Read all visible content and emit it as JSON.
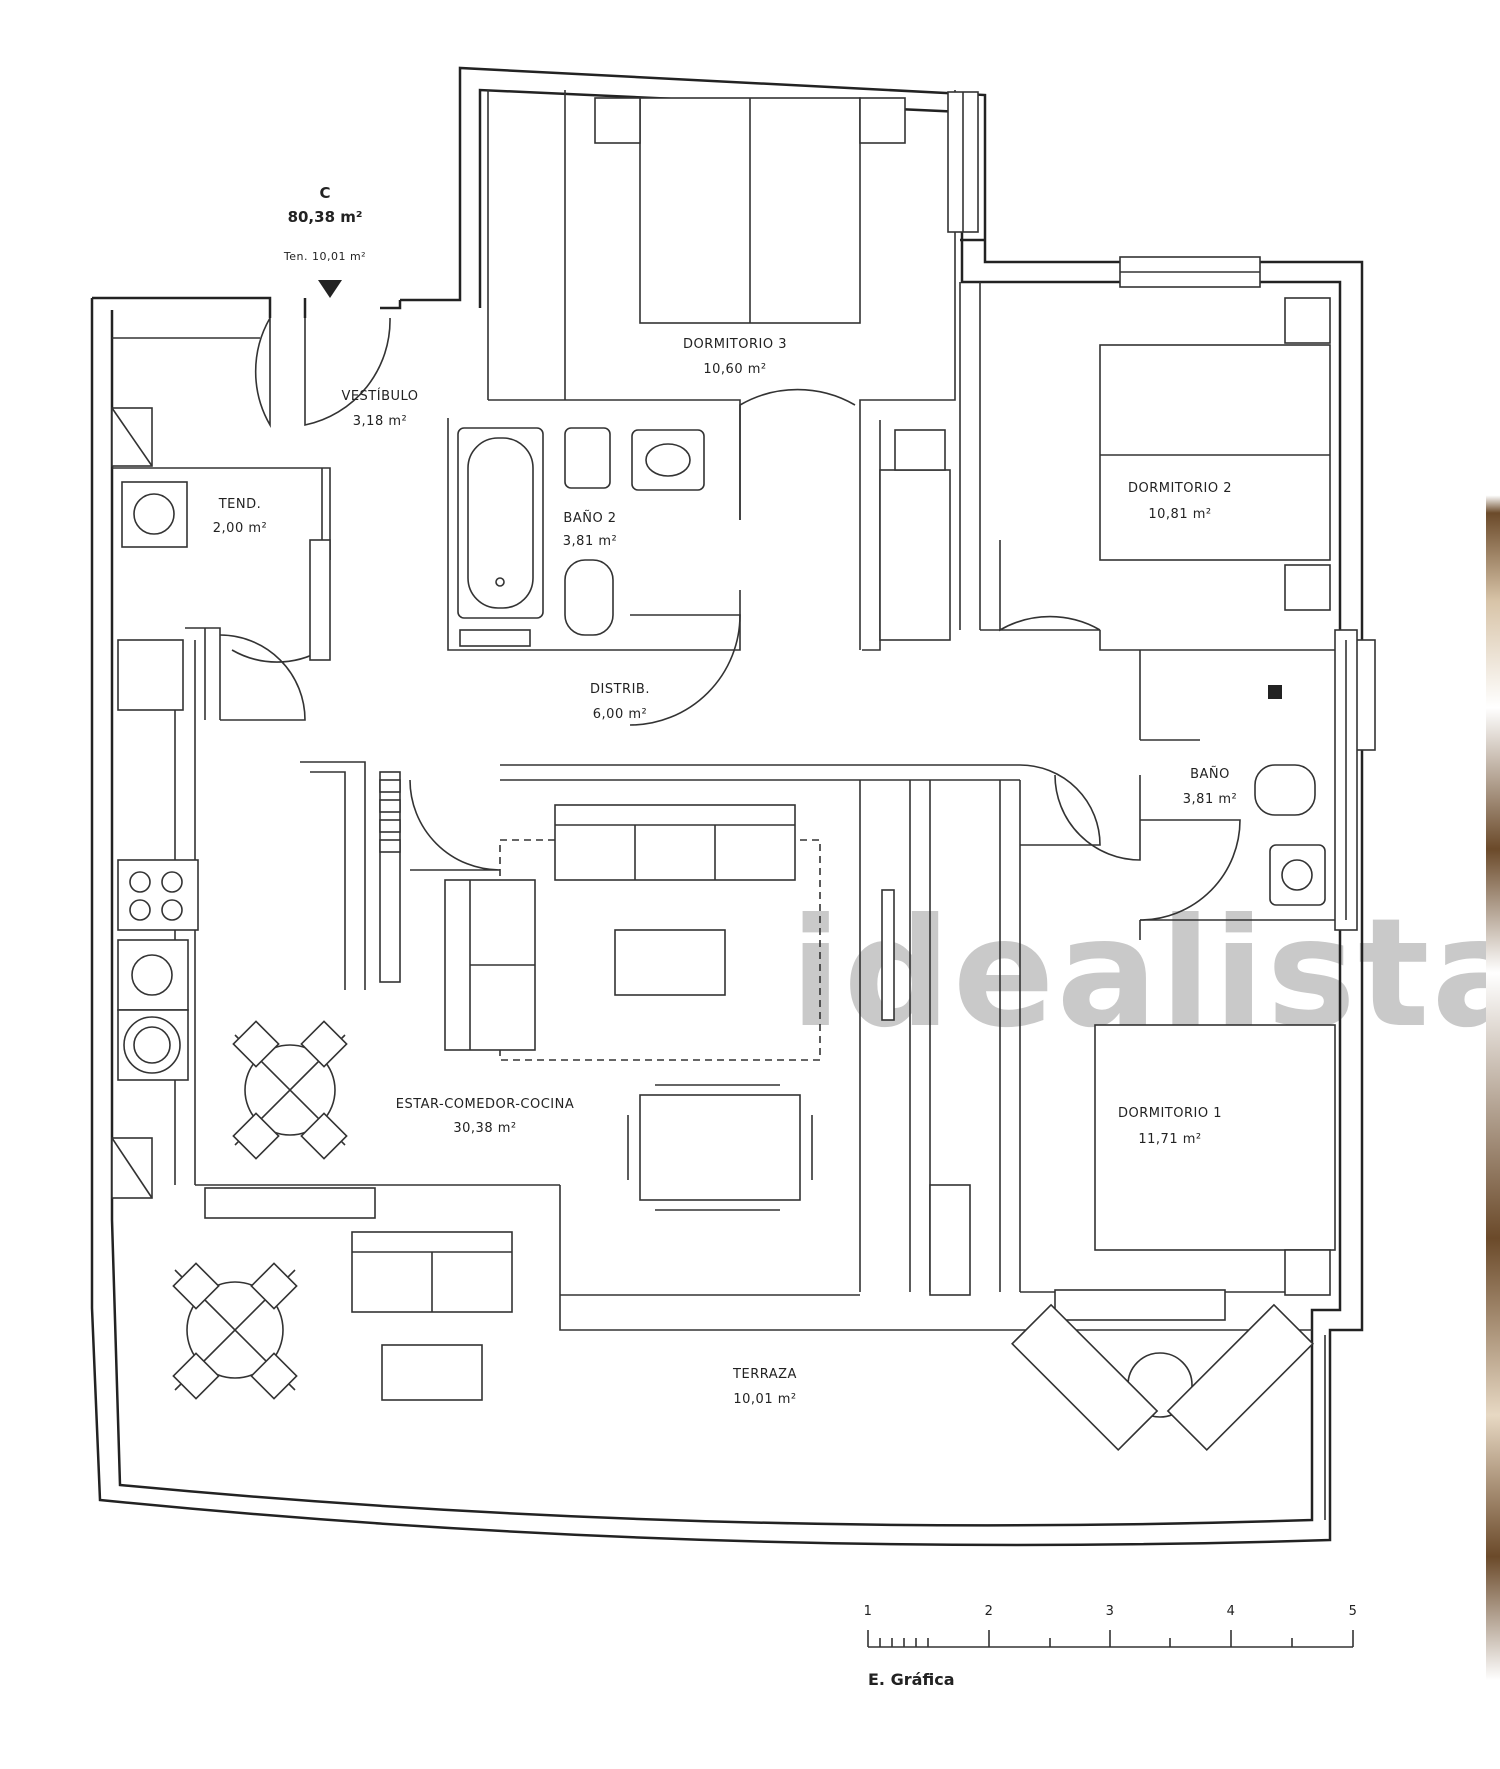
{
  "unit": {
    "letter": "C",
    "area": "80,38 m²",
    "area_total": "Ten. 10,01 m²"
  },
  "rooms": {
    "vestibulo": {
      "name": "VESTÍBULO",
      "area": "3,18 m²"
    },
    "tend": {
      "name": "TEND.",
      "area": "2,00 m²"
    },
    "dormitorio3": {
      "name": "DORMITORIO 3",
      "area": "10,60 m²"
    },
    "bano2": {
      "name": "BAÑO 2",
      "area": "3,81 m²"
    },
    "dormitorio2": {
      "name": "DORMITORIO 2",
      "area": "10,81 m²"
    },
    "distrib": {
      "name": "DISTRIB.",
      "area": "6,00 m²"
    },
    "bano": {
      "name": "BAÑO",
      "area": "3,81 m²"
    },
    "estar": {
      "name": "ESTAR-COMEDOR-COCINA",
      "area": "30,38 m²"
    },
    "dormitorio1": {
      "name": "DORMITORIO 1",
      "area": "11,71 m²"
    },
    "terraza": {
      "name": "TERRAZA",
      "area": "10,01 m²"
    }
  },
  "scale": {
    "ticks": [
      "1",
      "2",
      "3",
      "4",
      "5"
    ],
    "caption": "E. Gráfica"
  },
  "watermark": "idealista",
  "icons": {
    "entry_marker": "down-triangle-icon"
  }
}
